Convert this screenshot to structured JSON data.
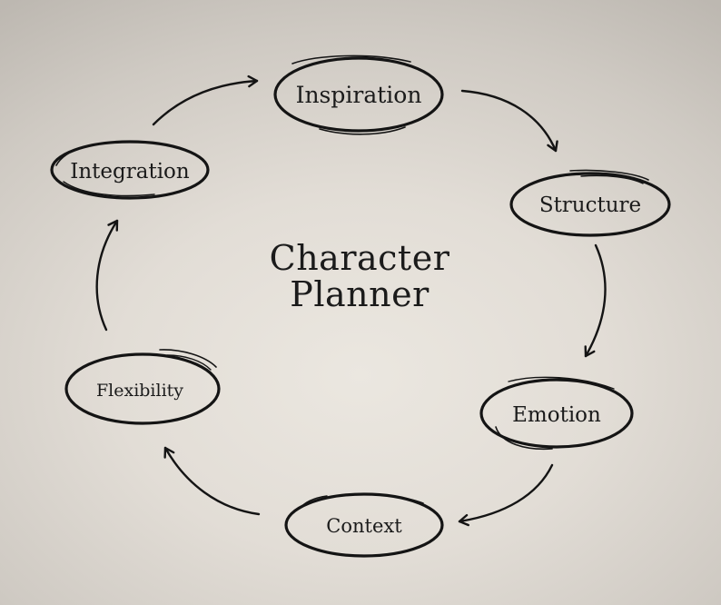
{
  "diagram": {
    "title_line1": "Character",
    "title_line2": "Planner",
    "nodes": [
      {
        "id": "inspiration",
        "label": "Inspiration"
      },
      {
        "id": "structure",
        "label": "Structure"
      },
      {
        "id": "emotion",
        "label": "Emotion"
      },
      {
        "id": "context",
        "label": "Context"
      },
      {
        "id": "flexibility",
        "label": "Flexibility"
      },
      {
        "id": "integration",
        "label": "Integration"
      }
    ],
    "edges": [
      {
        "from": "inspiration",
        "to": "structure"
      },
      {
        "from": "structure",
        "to": "emotion"
      },
      {
        "from": "emotion",
        "to": "context"
      },
      {
        "from": "context",
        "to": "flexibility"
      },
      {
        "from": "flexibility",
        "to": "integration"
      },
      {
        "from": "integration",
        "to": "inspiration"
      }
    ],
    "colors": {
      "ink": "#141414",
      "background_center": "#ebe7e0",
      "background_edge": "#bdb8b1"
    }
  }
}
